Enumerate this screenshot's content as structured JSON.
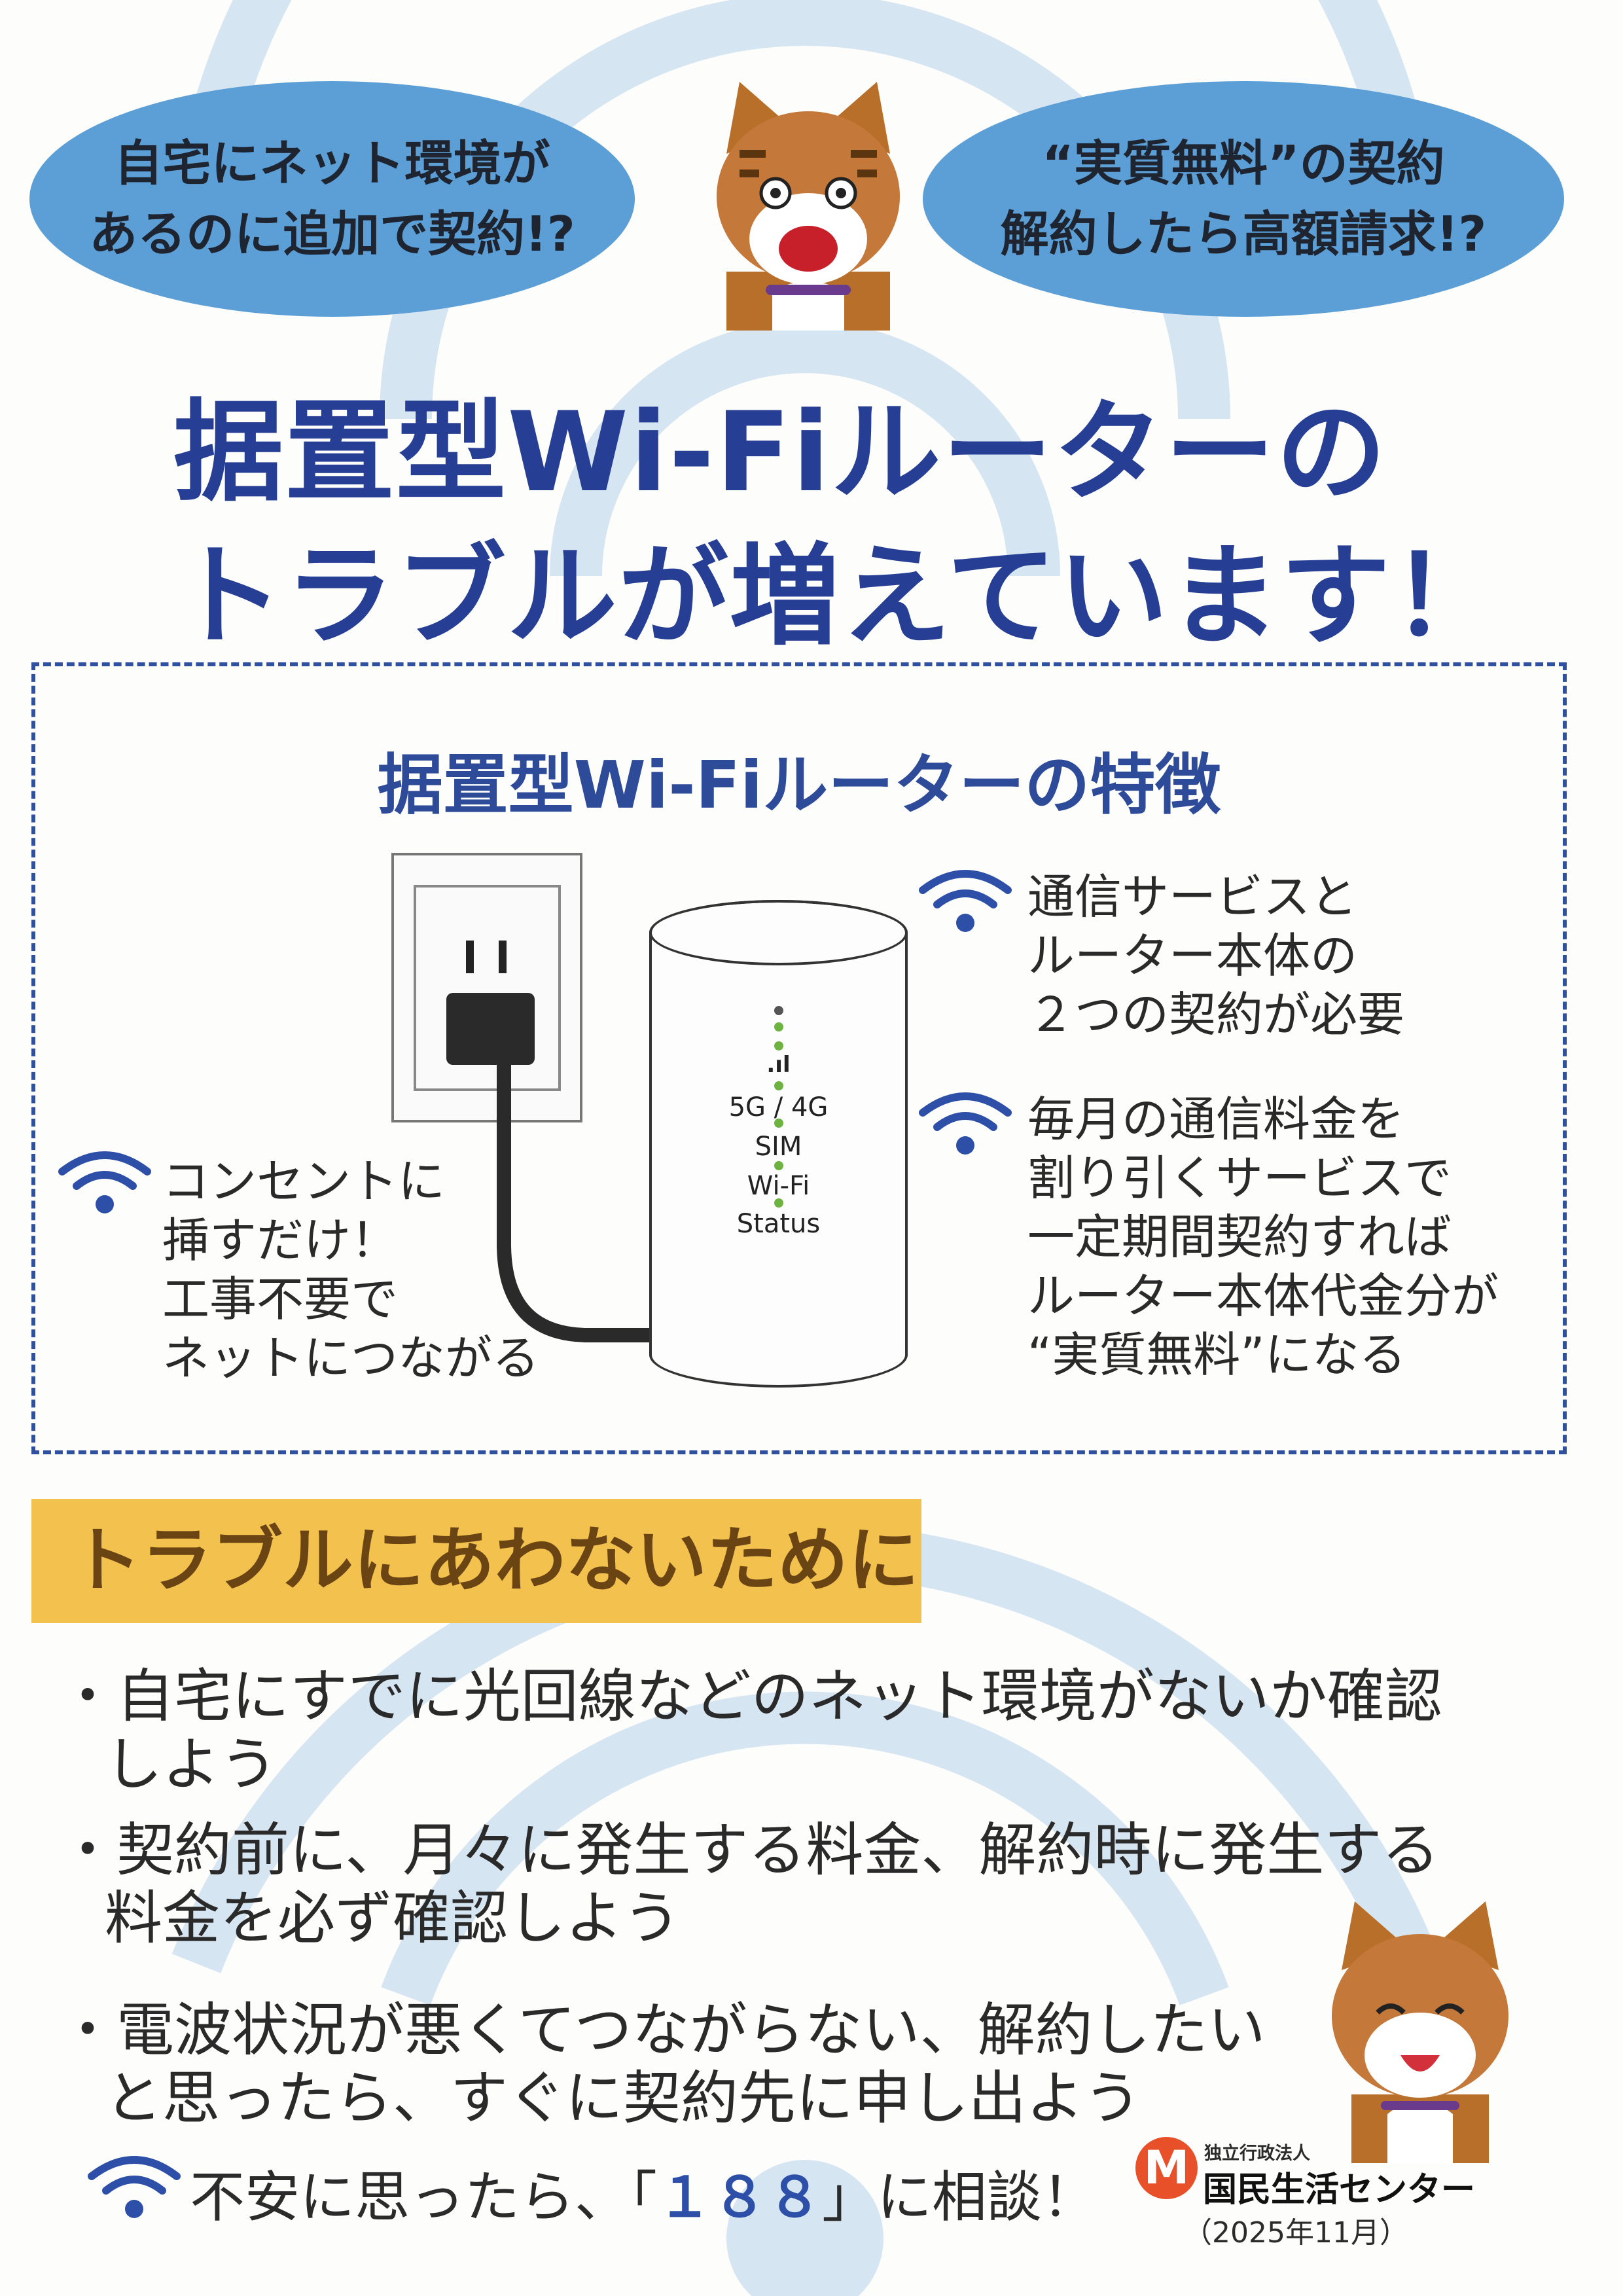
{
  "bubbles": {
    "left": [
      "自宅にネット環境が",
      "あるのに追加で契約!?"
    ],
    "right": [
      "“実質無料”の契約",
      "解約したら高額請求!?"
    ]
  },
  "title": {
    "line1": "据置型Wi-Fiルーターの",
    "line2": "トラブルが増えています！"
  },
  "features": {
    "heading": "据置型Wi-Fiルーターの特徴",
    "left": [
      "コンセントに",
      "挿すだけ！",
      "工事不要で",
      "ネットにつながる"
    ],
    "right1": [
      "通信サービスと",
      "ルーター本体の",
      "２つの契約が必要"
    ],
    "right2": [
      "毎月の通信料金を",
      "割り引くサービスで",
      "一定期間契約すれば",
      "ルーター本体代金分が",
      "“実質無料”になる"
    ],
    "router_labels": [
      "5G / 4G",
      "SIM",
      "Wi-Fi",
      "Status"
    ]
  },
  "tips": {
    "heading": "トラブルにあわないために",
    "bullets": [
      [
        "・自宅にすでに光回線などのネット環境がないか確認",
        "しよう"
      ],
      [
        "・契約前に、月々に発生する料金、解約時に発生する",
        "料金を必ず確認しよう"
      ],
      [
        "・電波状況が悪くてつながらない、解約したい",
        "と思ったら、すぐに契約先に申し出よう"
      ]
    ]
  },
  "footer": {
    "consult_pre": "不安に思ったら、「",
    "hotline": "１８８",
    "consult_post": "」に相談！",
    "org_type": "独立行政法人",
    "org_name": "国民生活センター",
    "date": "（2025年11月）"
  },
  "colors": {
    "title": "#263f94",
    "bubble": "#5b9fd6",
    "banner": "#f2c14e",
    "watermark": "#d6e5f2"
  }
}
